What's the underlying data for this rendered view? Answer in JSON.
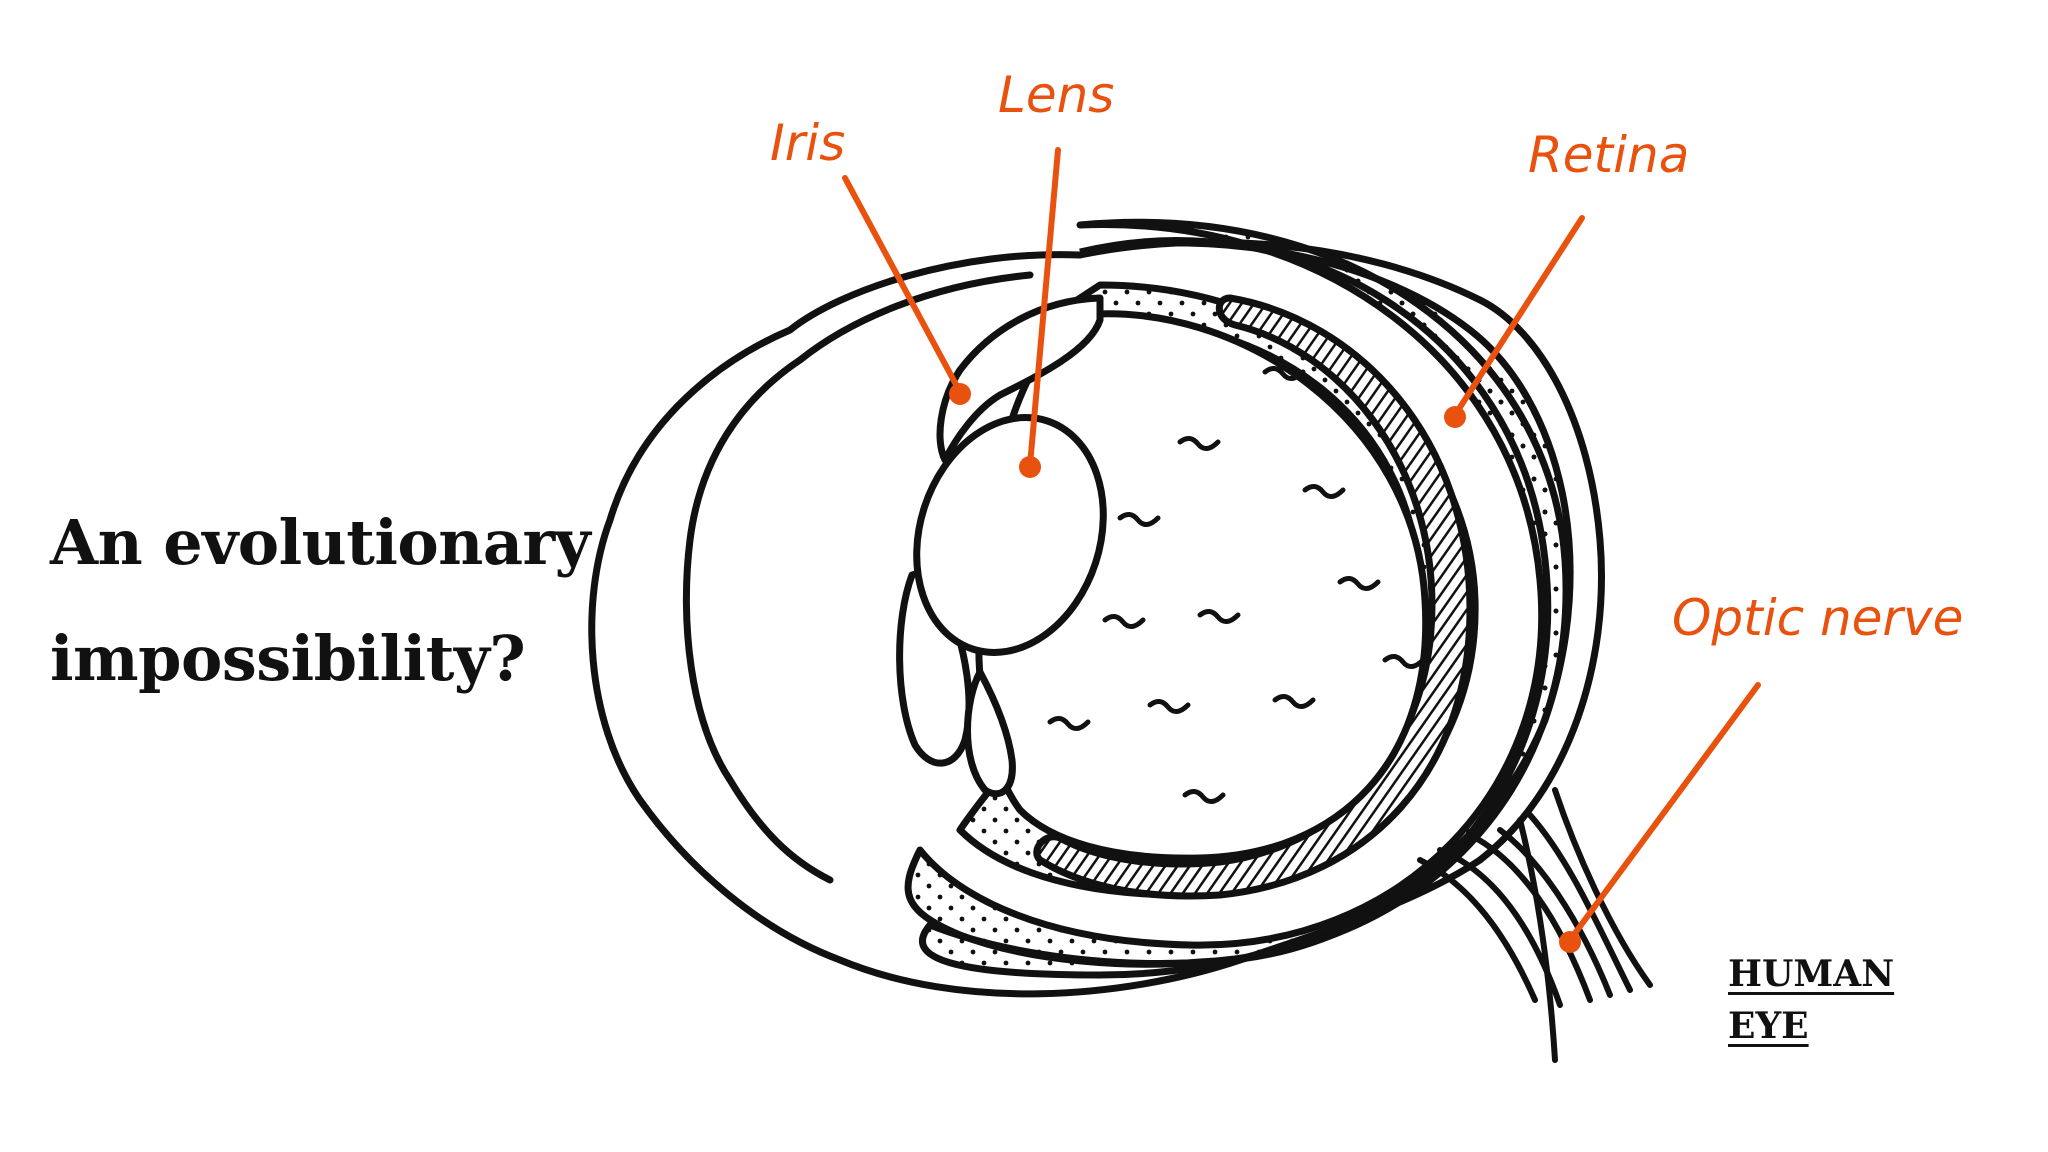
{
  "headline": {
    "line1": "An evolutionary",
    "line2": "impossibility?"
  },
  "labels": {
    "iris": "Iris",
    "lens": "Lens",
    "retina": "Retina",
    "optic_nerve": "Optic nerve"
  },
  "caption": {
    "line1": "HUMAN",
    "line2": "EYE"
  },
  "colors": {
    "accent": "#e8520e",
    "ink": "#111111",
    "background": "#ffffff"
  }
}
